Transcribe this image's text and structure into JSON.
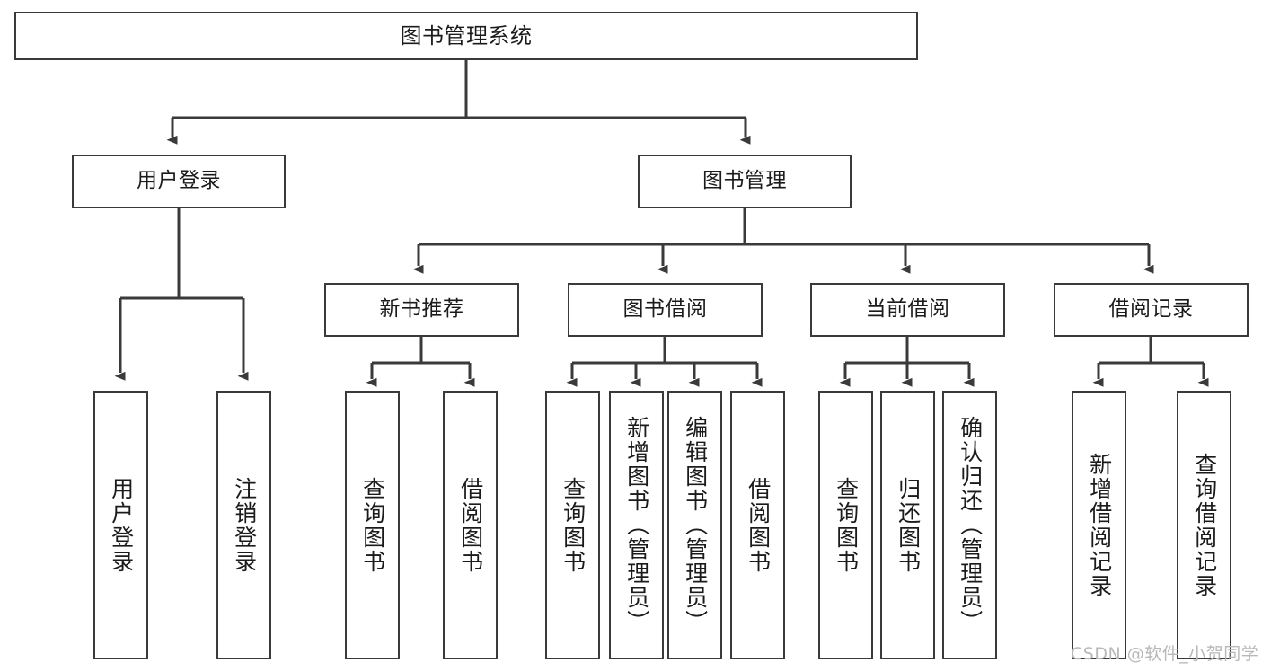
{
  "diagram": {
    "title": "图书管理系统",
    "watermark": "CSDN @软件_小贺同学",
    "colors": {
      "stroke": "#3a3a3a",
      "fill": "#ffffff",
      "text": "#1b1b1b",
      "watermark": "#b8b8b8"
    },
    "nodes": {
      "root": "图书管理系统",
      "level1": {
        "user_login": "用户登录",
        "book_manage": "图书管理"
      },
      "level2": {
        "new_book_recommend": "新书推荐",
        "book_borrow": "图书借阅",
        "current_borrow": "当前借阅",
        "borrow_record": "借阅记录"
      },
      "leaves": {
        "user_login_1": "用户登录",
        "user_login_2": "注销登录",
        "new_book_1": "查询图书",
        "new_book_2": "借阅图书",
        "borrow_1": "查询图书",
        "borrow_2": "新增图书（管理员）",
        "borrow_3": "编辑图书（管理员）",
        "borrow_4": "借阅图书",
        "current_1": "查询图书",
        "current_2": "归还图书",
        "current_3": "确认归还（管理员）",
        "record_1": "新增借阅记录",
        "record_2": "查询借阅记录"
      }
    }
  },
  "chart_data": {
    "type": "diagram",
    "subtype": "tree-hierarchy",
    "title": "图书管理系统",
    "orientation": "top-down",
    "levels": 4,
    "tree": {
      "label": "图书管理系统",
      "children": [
        {
          "label": "用户登录",
          "children": [
            {
              "label": "用户登录",
              "children": []
            },
            {
              "label": "注销登录",
              "children": []
            }
          ]
        },
        {
          "label": "图书管理",
          "children": [
            {
              "label": "新书推荐",
              "children": [
                {
                  "label": "查询图书",
                  "children": []
                },
                {
                  "label": "借阅图书",
                  "children": []
                }
              ]
            },
            {
              "label": "图书借阅",
              "children": [
                {
                  "label": "查询图书",
                  "children": []
                },
                {
                  "label": "新增图书（管理员）",
                  "children": []
                },
                {
                  "label": "编辑图书（管理员）",
                  "children": []
                },
                {
                  "label": "借阅图书",
                  "children": []
                }
              ]
            },
            {
              "label": "当前借阅",
              "children": [
                {
                  "label": "查询图书",
                  "children": []
                },
                {
                  "label": "归还图书",
                  "children": []
                },
                {
                  "label": "确认归还（管理员）",
                  "children": []
                }
              ]
            },
            {
              "label": "借阅记录",
              "children": [
                {
                  "label": "新增借阅记录",
                  "children": []
                },
                {
                  "label": "查询借阅记录",
                  "children": []
                }
              ]
            }
          ]
        }
      ]
    },
    "node_count": 20,
    "edge_count": 19,
    "annotations": [
      "CSDN @软件_小贺同学"
    ]
  }
}
